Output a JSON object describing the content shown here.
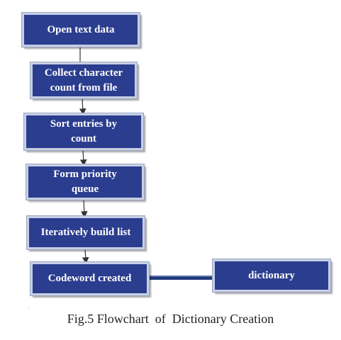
{
  "diagram": {
    "nodes": [
      {
        "id": "open-text-data",
        "label": "Open text data"
      },
      {
        "id": "collect-character-count",
        "label": "Collect character\ncount from file"
      },
      {
        "id": "sort-entries",
        "label": "Sort entries by\ncount"
      },
      {
        "id": "form-priority-queue",
        "label": "Form priority\nqueue"
      },
      {
        "id": "build-list",
        "label": "Iteratively build list"
      },
      {
        "id": "codeword-created",
        "label": "Codeword created"
      },
      {
        "id": "dictionary",
        "label": "dictionary"
      }
    ],
    "edges": [
      {
        "from": "open-text-data",
        "to": "collect-character-count"
      },
      {
        "from": "collect-character-count",
        "to": "sort-entries"
      },
      {
        "from": "sort-entries",
        "to": "form-priority-queue"
      },
      {
        "from": "form-priority-queue",
        "to": "build-list"
      },
      {
        "from": "build-list",
        "to": "codeword-created"
      },
      {
        "from": "codeword-created",
        "to": "dictionary"
      }
    ],
    "colors": {
      "box_fill": "#2b3d8f",
      "box_border": "#c8d0e3",
      "connector": "#1f3a7a"
    }
  },
  "caption": "Fig.5 Flowchart  of  Dictionary Creation",
  "tick_mark": "'"
}
